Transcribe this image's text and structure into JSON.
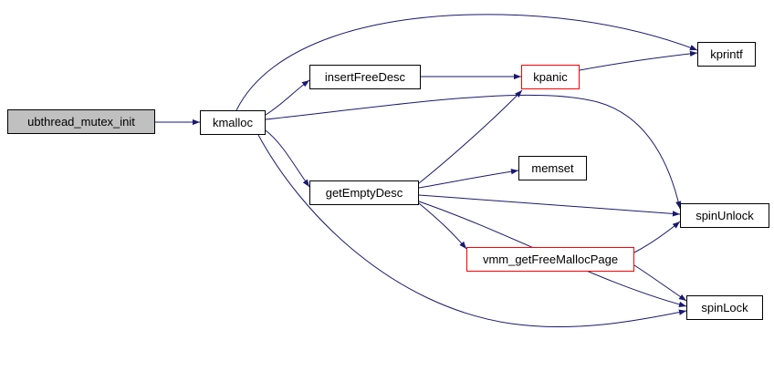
{
  "colors": {
    "background": "#ffffff",
    "edge": "#191970",
    "node_bg": "#ffffff",
    "node_border": "#000000",
    "start_bg": "#c0c0c0",
    "highlight_border": "#ff0000"
  },
  "nodes": {
    "ubthread_mutex_init": {
      "label": "ubthread_mutex_init",
      "type": "start"
    },
    "kmalloc": {
      "label": "kmalloc",
      "type": "normal"
    },
    "insertFreeDesc": {
      "label": "insertFreeDesc",
      "type": "normal"
    },
    "kpanic": {
      "label": "kpanic",
      "type": "highlight"
    },
    "kprintf": {
      "label": "kprintf",
      "type": "normal"
    },
    "memset": {
      "label": "memset",
      "type": "normal"
    },
    "getEmptyDesc": {
      "label": "getEmptyDesc",
      "type": "normal"
    },
    "spinUnlock": {
      "label": "spinUnlock",
      "type": "normal"
    },
    "vmm_getFreeMallocPage": {
      "label": "vmm_getFreeMallocPage",
      "type": "highlight"
    },
    "spinLock": {
      "label": "spinLock",
      "type": "normal"
    }
  },
  "edges": [
    {
      "from": "ubthread_mutex_init",
      "to": "kmalloc"
    },
    {
      "from": "kmalloc",
      "to": "insertFreeDesc"
    },
    {
      "from": "kmalloc",
      "to": "kprintf"
    },
    {
      "from": "kmalloc",
      "to": "getEmptyDesc"
    },
    {
      "from": "kmalloc",
      "to": "spinUnlock"
    },
    {
      "from": "kmalloc",
      "to": "spinLock"
    },
    {
      "from": "insertFreeDesc",
      "to": "kpanic"
    },
    {
      "from": "kpanic",
      "to": "kprintf"
    },
    {
      "from": "getEmptyDesc",
      "to": "memset"
    },
    {
      "from": "getEmptyDesc",
      "to": "kpanic"
    },
    {
      "from": "getEmptyDesc",
      "to": "vmm_getFreeMallocPage"
    },
    {
      "from": "getEmptyDesc",
      "to": "spinUnlock"
    },
    {
      "from": "getEmptyDesc",
      "to": "spinLock"
    },
    {
      "from": "vmm_getFreeMallocPage",
      "to": "spinUnlock"
    },
    {
      "from": "vmm_getFreeMallocPage",
      "to": "spinLock"
    }
  ]
}
